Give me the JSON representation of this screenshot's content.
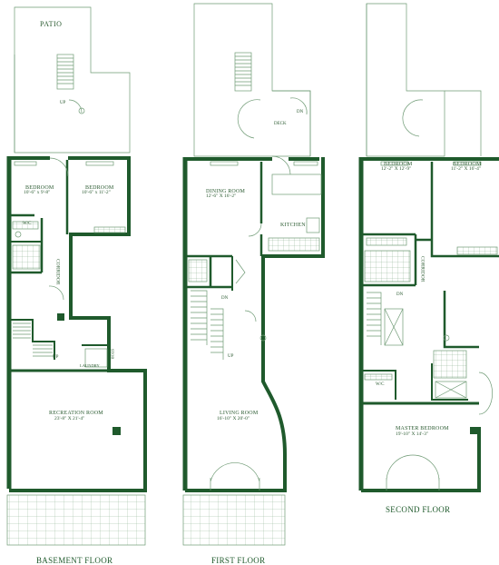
{
  "floors": {
    "basement": {
      "title": "BASEMENT FLOOR",
      "patio": "PATIO",
      "up": "UP",
      "bedroom_a": {
        "name": "BEDROOM",
        "dims": "10'-6\" x 9'-8\""
      },
      "bedroom_b": {
        "name": "BEDROOM",
        "dims": "10'-6\" x 11'-2\""
      },
      "wic": "W/C",
      "corridor": "CORRIDOR",
      "laundry": "LAUNDRY",
      "stor": "STOR",
      "up2": "UP",
      "recreation": {
        "name": "RECREATION ROOM",
        "dims": "23'-8\" X 21'-4\""
      }
    },
    "first": {
      "title": "FIRST FLOOR",
      "deck": "DECK",
      "dn_deck": "DN",
      "dining": {
        "name": "DINING ROOM",
        "dims": "12'-6\" X 16'-2\""
      },
      "kitchen": "KITCHEN",
      "dn": "DN",
      "up": "UP",
      "living": {
        "name": "LIVING ROOM",
        "dims": "16'-10\" X 20'-0\""
      }
    },
    "second": {
      "title": "SECOND FLOOR",
      "bedroom_a": {
        "name": "BEDROOM",
        "dims": "12'-2\" X 12'-9\""
      },
      "bedroom_b": {
        "name": "BEDROOM",
        "dims": "11'-2\" X 16'-4\""
      },
      "corridor": "CORRIDOR",
      "dn": "DN",
      "wic": "W/C",
      "master": {
        "name": "MASTER BEDROOM",
        "dims": "19'-10\" X 14'-3\""
      }
    }
  },
  "colors": {
    "wall": "#1f5a2c",
    "thin": "#6e9a74"
  }
}
